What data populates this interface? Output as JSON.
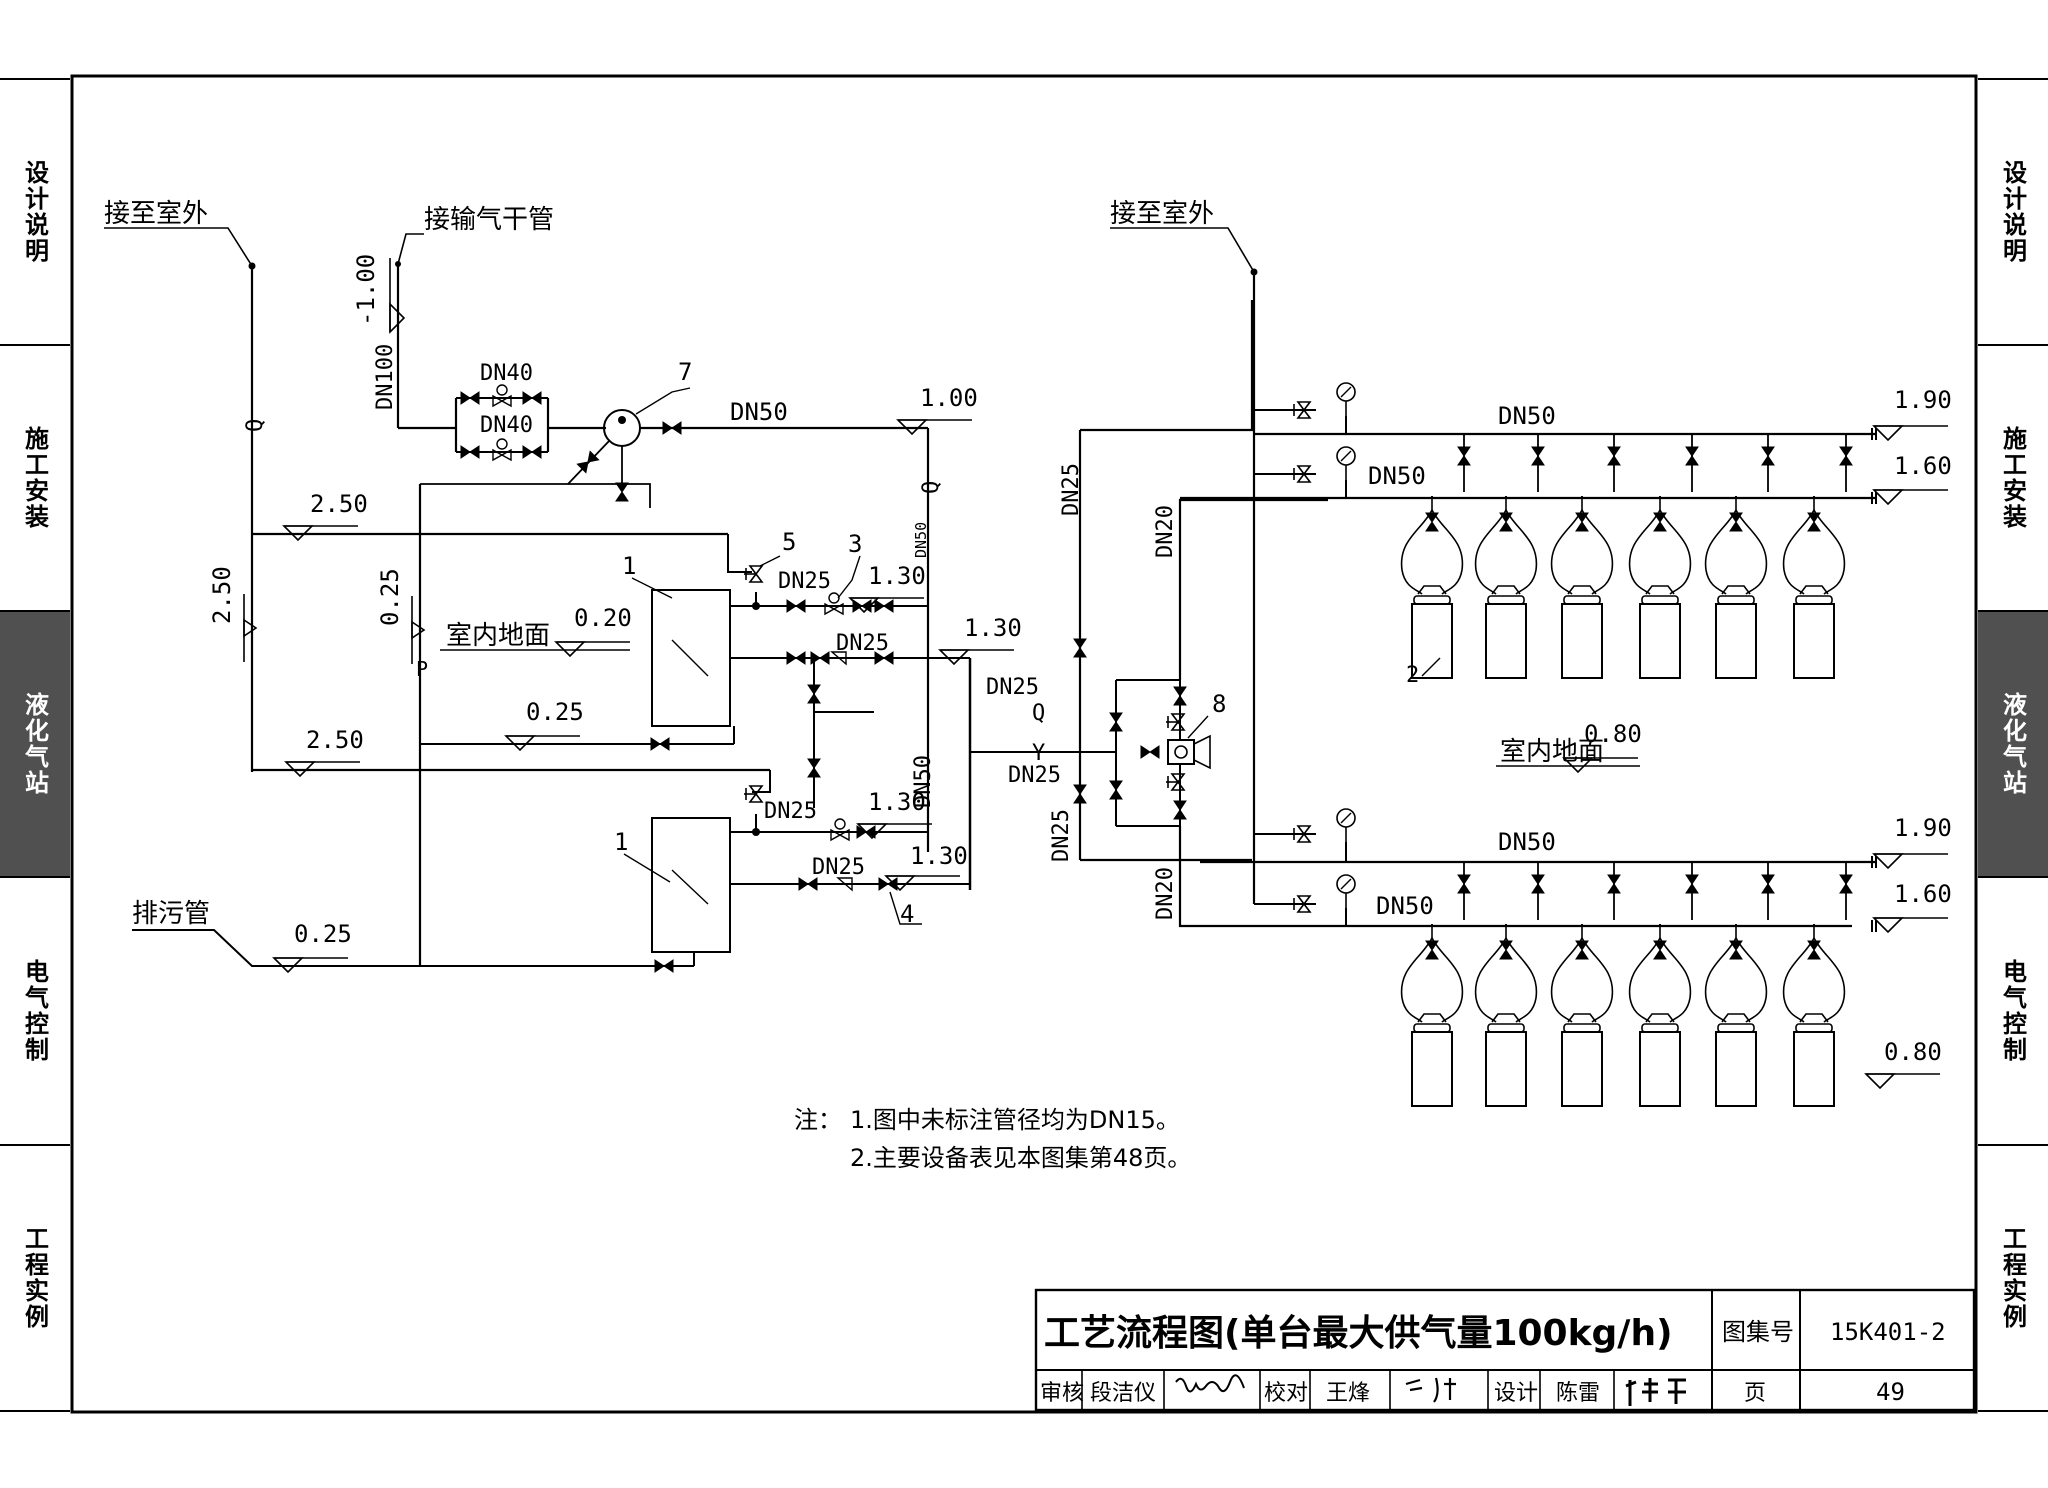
{
  "side_tabs": [
    {
      "label": "设计说明",
      "active": false
    },
    {
      "label": "施工安装",
      "active": false
    },
    {
      "label": "液化气站",
      "active": true
    },
    {
      "label": "电气控制",
      "active": false
    },
    {
      "label": "工程实例",
      "active": false
    }
  ],
  "left": {
    "outdoor_label": "接至室外",
    "trunk_label": "接输气干管",
    "trunk_elev": "-1.00",
    "trunk_dn": "DN100",
    "q_mark_1": "Q",
    "q_mark_2": "Q",
    "bypass_upper_dn": "DN40",
    "bypass_lower_dn": "DN40",
    "callout_7": "7",
    "main_dn50": "DN50",
    "elev_1_00": "1.00",
    "elev_2_50_a": "2.50",
    "elev_2_50_b": "2.50",
    "elev_2_50_c": "2.50",
    "elev_0_25_a": "0.25",
    "elev_0_25_b": "0.25",
    "elev_0_25_c": "0.25",
    "p_mark": "P",
    "floor_label": "室内地面",
    "floor_elev": "0.20",
    "callout_1_a": "1",
    "callout_1_b": "1",
    "callout_5": "5",
    "callout_3": "3",
    "callout_4": "4",
    "dn25_a": "DN25",
    "dn25_b": "DN25",
    "dn25_c": "DN25",
    "dn25_d": "DN25",
    "elev_1_30_a": "1.30",
    "elev_1_30_b": "1.30",
    "elev_1_30_c": "1.30",
    "elev_1_30_d": "1.30",
    "dn50_vert_small": "DN50",
    "dn50_vert": "DN50",
    "drain_label": "排污管"
  },
  "middle": {
    "dn25_q": "DN25",
    "q_mark": "Q",
    "y_mark": "Y",
    "dn25_y": "DN25",
    "dn25_vert_top": "DN25",
    "dn25_vert_bottom": "DN25",
    "dn20_top": "DN20",
    "dn20_bottom": "DN20",
    "callout_8": "8"
  },
  "right": {
    "outdoor_label": "接至室外",
    "upper_dn50_a": "DN50",
    "upper_dn50_b": "DN50",
    "lower_dn50_a": "DN50",
    "lower_dn50_b": "DN50",
    "elev_1_90_a": "1.90",
    "elev_1_60_a": "1.60",
    "elev_1_90_b": "1.90",
    "elev_1_60_b": "1.60",
    "elev_0_80": "0.80",
    "floor_label": "室内地面",
    "floor_elev": "0.80",
    "callout_2": "2"
  },
  "notes": {
    "prefix": "注：",
    "line1": "1.图中未标注管径均为DN15。",
    "line2": "2.主要设备表见本图集第48页。"
  },
  "title_block": {
    "title": "工艺流程图(单台最大供气量100kg/h)",
    "atlas_label": "图集号",
    "atlas_no": "15K401-2",
    "review_label": "审核",
    "reviewer": "段洁仪",
    "check_label": "校对",
    "checker": "王烽",
    "design_label": "设计",
    "designer": "陈雷",
    "page_label": "页",
    "page_no": "49"
  }
}
